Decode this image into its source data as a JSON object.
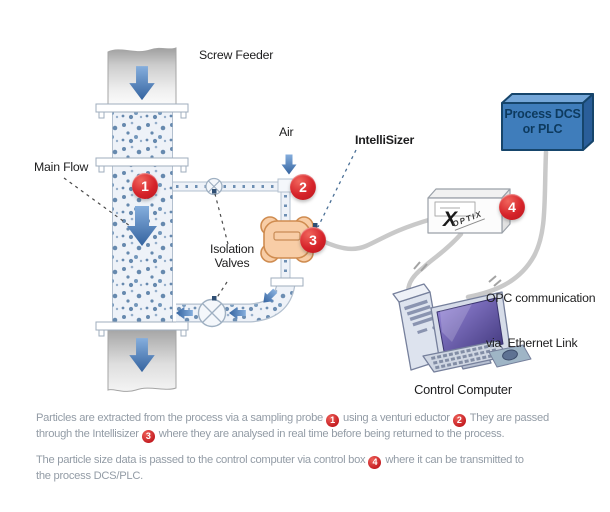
{
  "diagram": {
    "labels": {
      "screw_feeder": "Screw Feeder",
      "main_flow": "Main Flow",
      "air": "Air",
      "intellisizer": "IntelliSizer",
      "isolation_1": "Isolation",
      "isolation_2": "Valves",
      "dcs_1": "Process DCS",
      "dcs_2": "or PLC",
      "opc_1": "OPC communication",
      "opc_2": "via  Ethernet Link",
      "control_computer": "Control Computer"
    },
    "markers": {
      "m1": "1",
      "m2": "2",
      "m3": "3",
      "m4": "4"
    },
    "control_box": {
      "logo_x": "X",
      "logo_rest": "OPTIX"
    },
    "colors": {
      "marker_red": "#d6232a",
      "arrow_blue": "#4579b8",
      "pipe_fill": "#eef2f8",
      "particle_blue": "#5f83aa",
      "dcs_blue": "#3f7dbb",
      "intellisizer_peach": "#f8cda6",
      "cable_gray": "#c9c9c9",
      "caption_gray": "#939ca6"
    }
  },
  "caption": {
    "p1l1a": "Particles are extracted from the process via a sampling probe",
    "p1n1": "1",
    "p1l1b": "using a venturi eductor",
    "p1n2": "2",
    "p1l1c": "They are passed",
    "p1l2a": "through the Intellisizer",
    "p1n3": "3",
    "p1l2b": "where they are analysed in real time before being returned to the process.",
    "p2l1a": "The particle size data is passed to the control computer via control box",
    "p2n4": "4",
    "p2l1b": "where it can be transmitted to",
    "p2l2": "the process DCS/PLC."
  }
}
